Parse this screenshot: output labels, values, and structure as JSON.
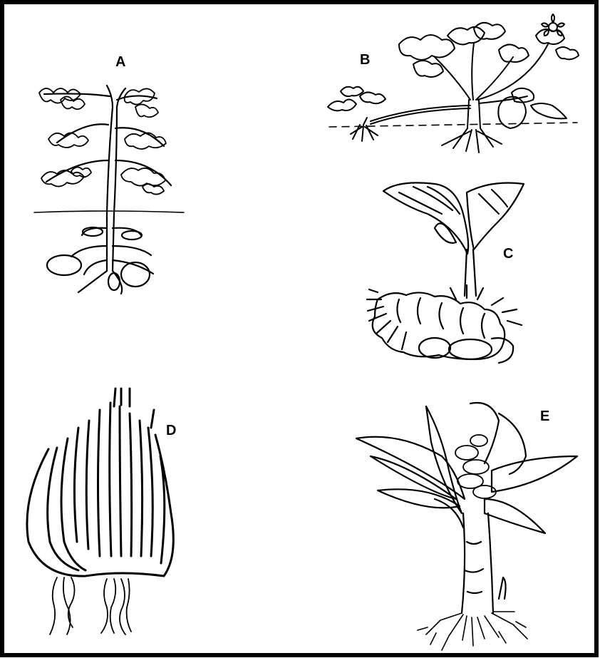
{
  "labels": {
    "a": "A",
    "b": "B",
    "c": "C",
    "d": "D",
    "e": "E"
  },
  "panels": [
    {
      "key": "a",
      "icon": "potato-plant-with-tubers-icon"
    },
    {
      "key": "b",
      "icon": "strawberry-plant-with-runner-icon"
    },
    {
      "key": "c",
      "icon": "ginger-rhizome-icon"
    },
    {
      "key": "d",
      "icon": "onion-bulb-icon"
    },
    {
      "key": "e",
      "icon": "banana-sucker-plant-icon"
    }
  ],
  "colors": {
    "ink": "#000000",
    "paper": "#ffffff"
  }
}
